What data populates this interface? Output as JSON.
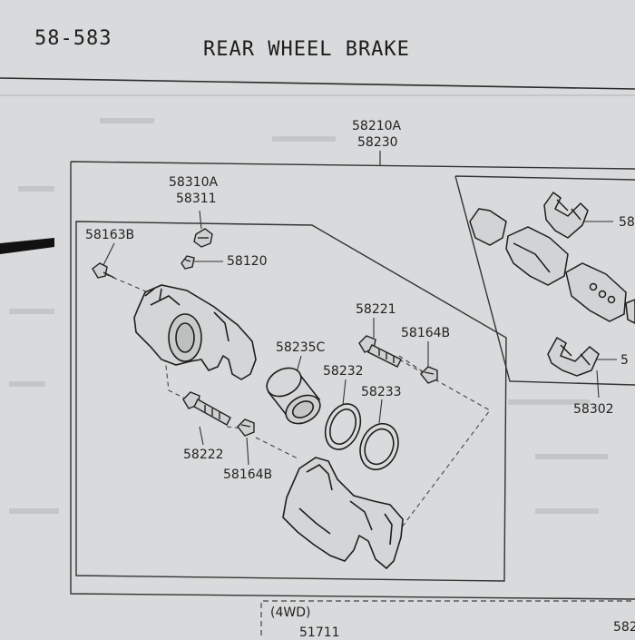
{
  "header": {
    "page_number": "58-583",
    "title": "REAR WHEEL BRAKE"
  },
  "assembly": {
    "number_a": "58210A",
    "number_b": "58230"
  },
  "callouts": {
    "bracket_a": "58310A",
    "bracket_b": "58311",
    "guide_bolt": "58163B",
    "bleeder_screw": "58120",
    "piston": "58235C",
    "pin_bolt_upper": "58221",
    "boot_upper": "58164B",
    "piston_seal": "58232",
    "piston_boot": "58233",
    "pin_bolt_lower": "58222",
    "boot_lower": "58164B",
    "pad_kit": "58302",
    "pad_clip_upper": "58",
    "pad_clip_lower": "5"
  },
  "footer": {
    "variant_label": "(4WD)",
    "part_left": "51711",
    "part_right": "582"
  }
}
